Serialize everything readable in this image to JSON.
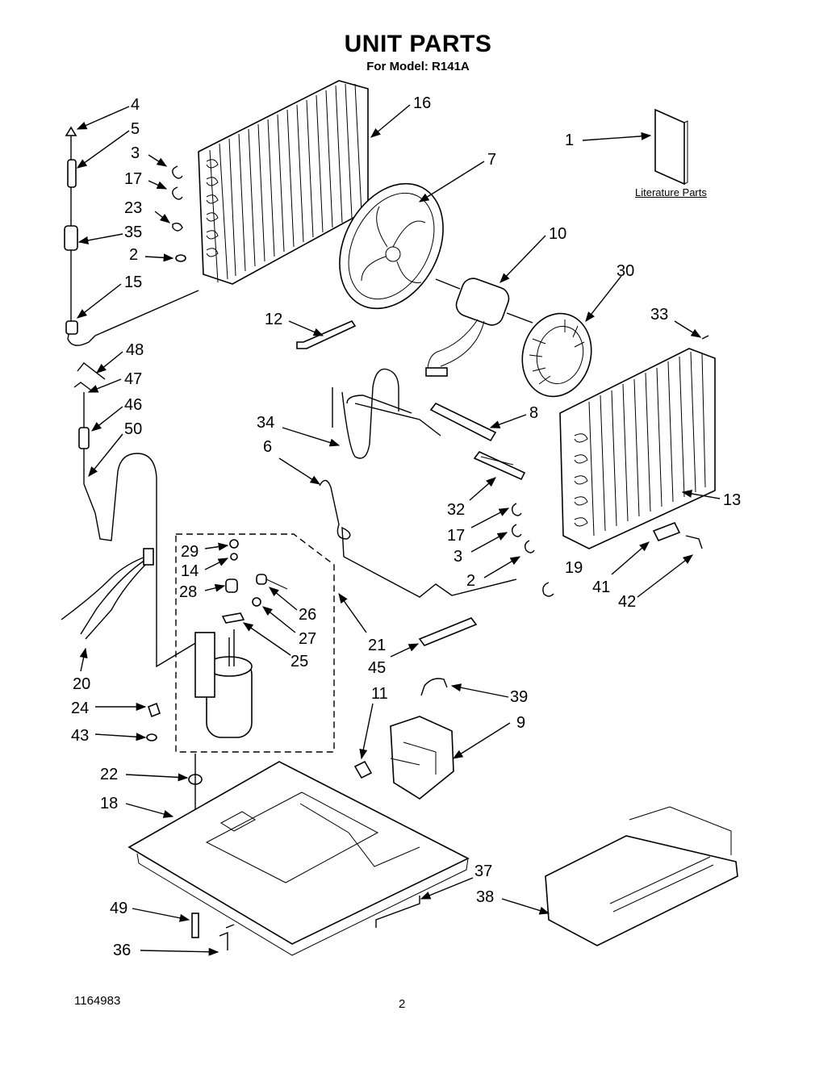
{
  "header": {
    "title": "UNIT PARTS",
    "subtitle": "For Model: R141A"
  },
  "literature_label": "Literature Parts",
  "footer": {
    "doc_number": "1164983",
    "page_number": "2"
  },
  "callouts": [
    "4",
    "5",
    "3",
    "17",
    "23",
    "35",
    "2",
    "15",
    "48",
    "47",
    "46",
    "50",
    "16",
    "7",
    "1",
    "10",
    "30",
    "33",
    "12",
    "8",
    "34",
    "6",
    "13",
    "32",
    "17",
    "3",
    "2",
    "19",
    "41",
    "42",
    "29",
    "14",
    "28",
    "26",
    "27",
    "25",
    "21",
    "45",
    "20",
    "39",
    "24",
    "11",
    "9",
    "43",
    "22",
    "18",
    "37",
    "38",
    "49",
    "36"
  ]
}
